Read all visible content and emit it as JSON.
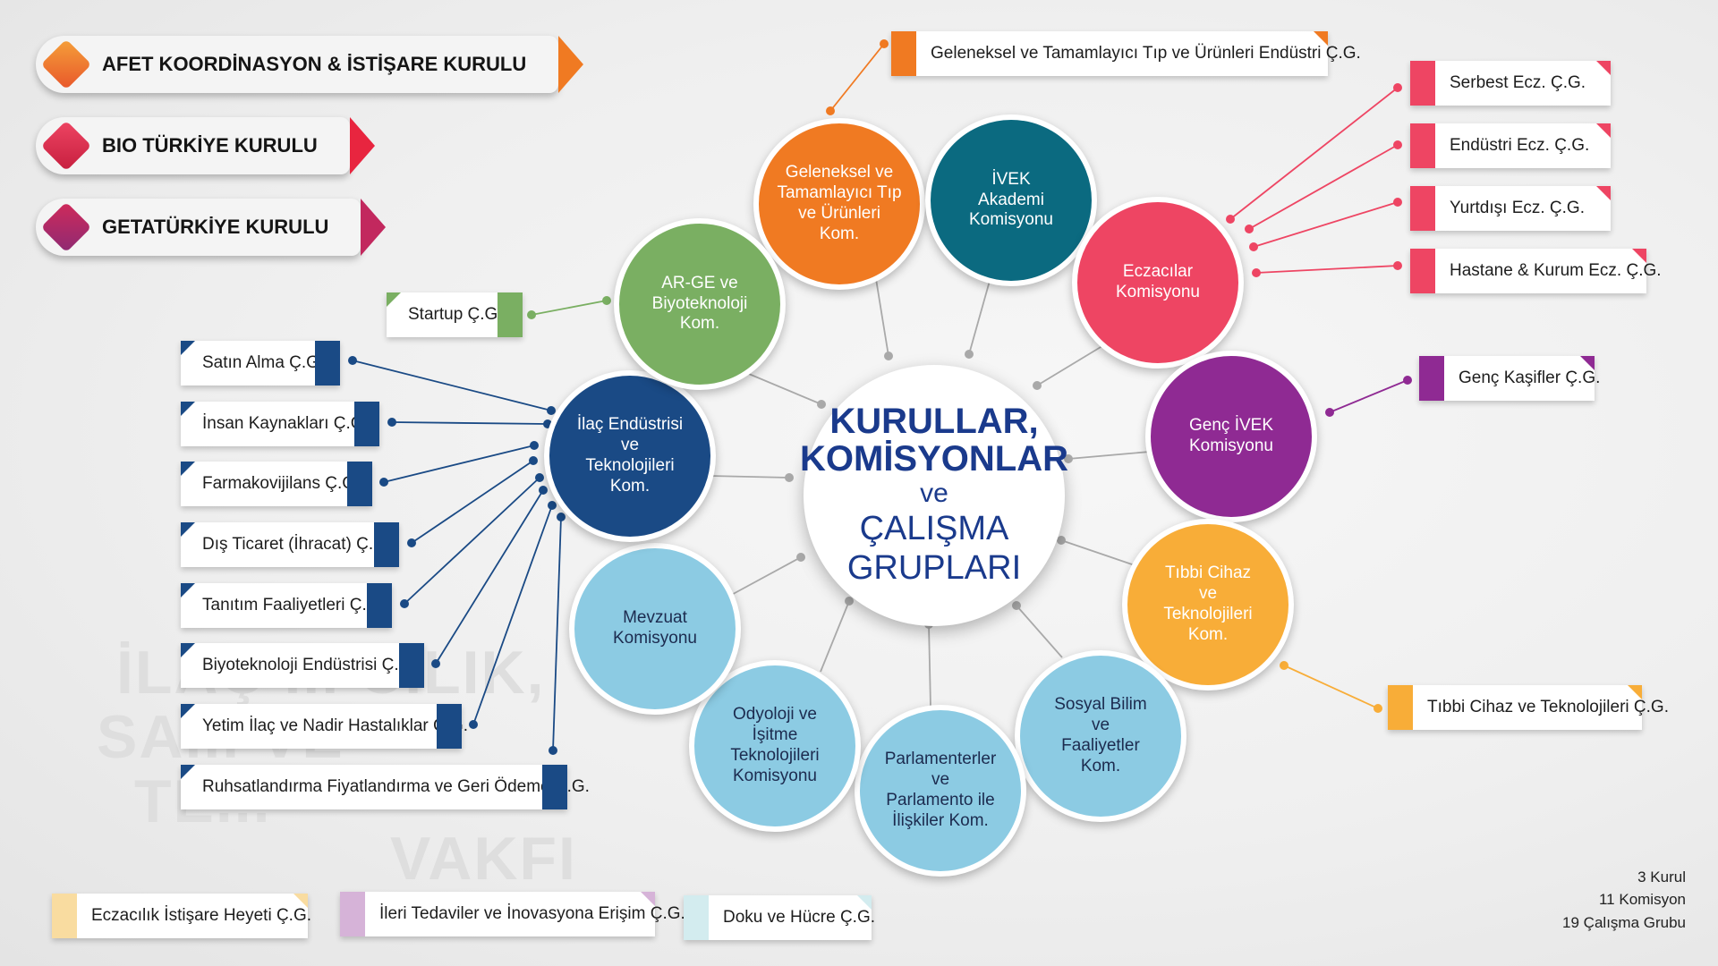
{
  "kurullar": [
    {
      "label": "AFET KOORDİNASYON & İSTİŞARE KURULU",
      "color": "#e8562a",
      "color2": "#f5a03a"
    },
    {
      "label": "BIO TÜRKİYE KURULU",
      "color": "#e03a55",
      "color2": "#e8253f"
    },
    {
      "label": "GETATÜRKİYE KURULU",
      "color": "#b32d6b",
      "color2": "#d02a5a"
    }
  ],
  "watermark": {
    "lines": [
      "İLAÇ ... CILIK,",
      "SA... VE",
      "TE...",
      "VAKFI"
    ]
  },
  "center": {
    "line1": "KURULLAR,",
    "line2": "KOMİSYONLAR",
    "line3": "ve",
    "line4": "ÇALIŞMA",
    "line5": "GRUPLARI"
  },
  "komisyonlar": [
    {
      "id": "geleneksel",
      "label": "Geleneksel ve\nTamamlayıcı Tıp\nve Ürünleri\nKom.",
      "color": "#f07a22"
    },
    {
      "id": "ivek",
      "label": "İVEK\nAkademi\nKomisyonu",
      "color": "#0b6a80"
    },
    {
      "id": "eczacilar",
      "label": "Eczacılar\nKomisyonu",
      "color": "#ee4563"
    },
    {
      "id": "genc",
      "label": "Genç İVEK\nKomisyonu",
      "color": "#8f2a93"
    },
    {
      "id": "tibbi",
      "label": "Tıbbi Cihaz\nve\nTeknolojileri\nKom.",
      "color": "#f8ad38"
    },
    {
      "id": "sosyal",
      "label": "Sosyal Bilim\nve\nFaaliyetler\nKom.",
      "color": "#8ccbe3"
    },
    {
      "id": "parlamento",
      "label": "Parlamenterler\nve\nParlamento ile\nİlişkiler Kom.",
      "color": "#8ccbe3"
    },
    {
      "id": "odyoloji",
      "label": "Odyoloji ve\nİşitme\nTeknolojileri\nKomisyonu",
      "color": "#8ccbe3"
    },
    {
      "id": "mevzuat",
      "label": "Mevzuat\nKomisyonu",
      "color": "#8ccbe3"
    },
    {
      "id": "ilac",
      "label": "İlaç Endüstrisi\nve\nTeknolojileri\nKom.",
      "color": "#1a4a85"
    },
    {
      "id": "arge",
      "label": "AR-GE ve\nBiyoteknoloji\nKom.",
      "color": "#7aaf62"
    }
  ],
  "calisma_gruplari": [
    {
      "id": "wg-geleneksel",
      "label": "Geleneksel ve Tamamlayıcı Tıp ve Ürünleri Endüstri Ç.G.",
      "color": "#f07a22",
      "parent": "geleneksel"
    },
    {
      "id": "wg-serbest",
      "label": "Serbest Ecz. Ç.G.",
      "color": "#ee4563",
      "parent": "eczacilar"
    },
    {
      "id": "wg-endustri",
      "label": "Endüstri Ecz. Ç.G.",
      "color": "#ee4563",
      "parent": "eczacilar"
    },
    {
      "id": "wg-yurtdisi",
      "label": "Yurtdışı Ecz. Ç.G.",
      "color": "#ee4563",
      "parent": "eczacilar"
    },
    {
      "id": "wg-hastane",
      "label": "Hastane & Kurum Ecz. Ç.G.",
      "color": "#ee4563",
      "parent": "eczacilar"
    },
    {
      "id": "wg-genc",
      "label": "Genç Kaşifler Ç.G.",
      "color": "#8f2a93",
      "parent": "genc"
    },
    {
      "id": "wg-tibbi",
      "label": "Tıbbi Cihaz ve Teknolojileri Ç.G.",
      "color": "#f8ad38",
      "parent": "tibbi"
    },
    {
      "id": "wg-startup",
      "label": "Startup Ç.G.",
      "color": "#7aaf62",
      "parent": "arge"
    },
    {
      "id": "wg-satin",
      "label": "Satın Alma Ç.G.",
      "color": "#1a4a85",
      "parent": "ilac"
    },
    {
      "id": "wg-insan",
      "label": "İnsan Kaynakları Ç.G.",
      "color": "#1a4a85",
      "parent": "ilac"
    },
    {
      "id": "wg-farmako",
      "label": "Farmakovijilans Ç.G.",
      "color": "#1a4a85",
      "parent": "ilac"
    },
    {
      "id": "wg-dis",
      "label": "Dış Ticaret (İhracat) Ç.G.",
      "color": "#1a4a85",
      "parent": "ilac"
    },
    {
      "id": "wg-tanitim",
      "label": "Tanıtım Faaliyetleri Ç.G.",
      "color": "#1a4a85",
      "parent": "ilac"
    },
    {
      "id": "wg-biyotek",
      "label": "Biyoteknoloji Endüstrisi Ç.G.",
      "color": "#1a4a85",
      "parent": "ilac"
    },
    {
      "id": "wg-yetim",
      "label": "Yetim İlaç ve Nadir Hastalıklar Ç.G.",
      "color": "#1a4a85",
      "parent": "ilac"
    },
    {
      "id": "wg-ruhsat",
      "label": "Ruhsatlandırma Fiyatlandırma ve Geri Ödeme Ç.G.",
      "color": "#1a4a85",
      "parent": "ilac"
    },
    {
      "id": "wg-eczacilik",
      "label": "Eczacılık İstişare Heyeti Ç.G.",
      "color": "#f9dca0",
      "parent": null
    },
    {
      "id": "wg-ileri",
      "label": "İleri Tedaviler ve İnovasyona Erişim Ç.G.",
      "color": "#d6b3d8",
      "parent": null
    },
    {
      "id": "wg-doku",
      "label": "Doku ve Hücre Ç.G.",
      "color": "#d3ecef",
      "parent": null
    }
  ],
  "summary": [
    "3 Kurul",
    "11 Komisyon",
    "19 Çalışma Grubu"
  ]
}
